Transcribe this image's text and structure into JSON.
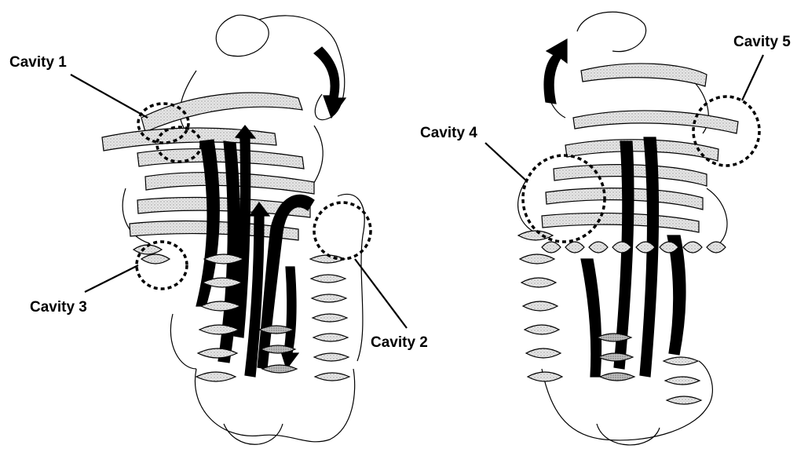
{
  "labels": {
    "cavity1": "Cavity 1",
    "cavity2": "Cavity 2",
    "cavity3": "Cavity 3",
    "cavity4": "Cavity 4",
    "cavity5": "Cavity 5"
  },
  "colors": {
    "background": "#ffffff",
    "ink": "#000000",
    "ribbon_fill": "#e8e8e8",
    "ribbon_shade": "#9a9a9a",
    "strand": "#000000"
  }
}
